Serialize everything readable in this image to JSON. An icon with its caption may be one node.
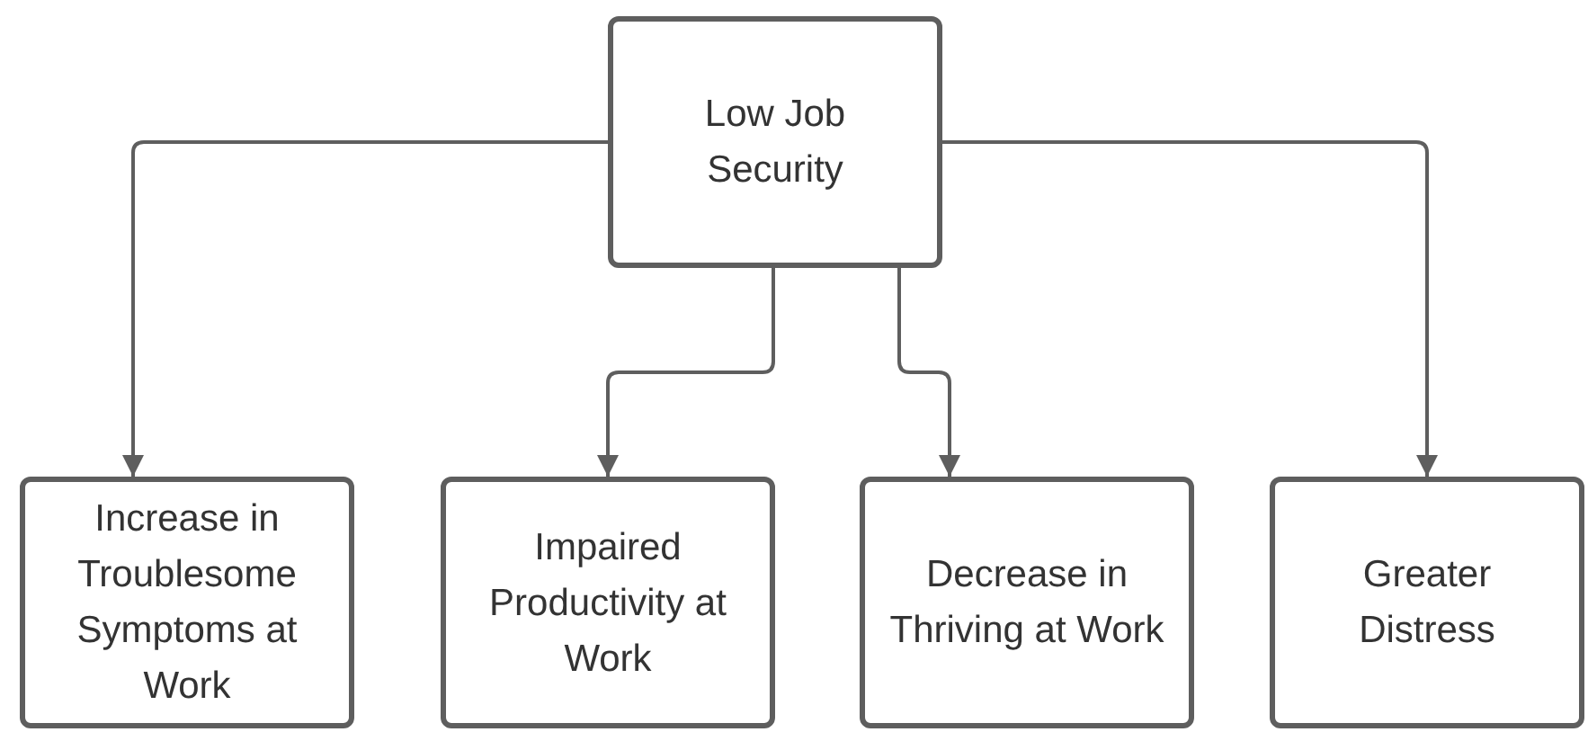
{
  "diagram": {
    "nodes": [
      {
        "text": [
          "Low Job Security"
        ]
      },
      {
        "text": [
          "Increase in Troublesome Symptoms at Work"
        ]
      },
      {
        "text": [
          "Impaired Productivity at Work"
        ]
      },
      {
        "text": [
          "Decrease in Thriving at Work"
        ]
      },
      {
        "text": [
          "Greater Distress"
        ]
      }
    ],
    "edges": [
      {
        "from": 0,
        "to": 1,
        "arrow": "to"
      },
      {
        "from": 0,
        "to": 2,
        "arrow": "to"
      },
      {
        "from": 0,
        "to": 3,
        "arrow": "to"
      },
      {
        "from": 0,
        "to": 4,
        "arrow": "to"
      }
    ]
  }
}
